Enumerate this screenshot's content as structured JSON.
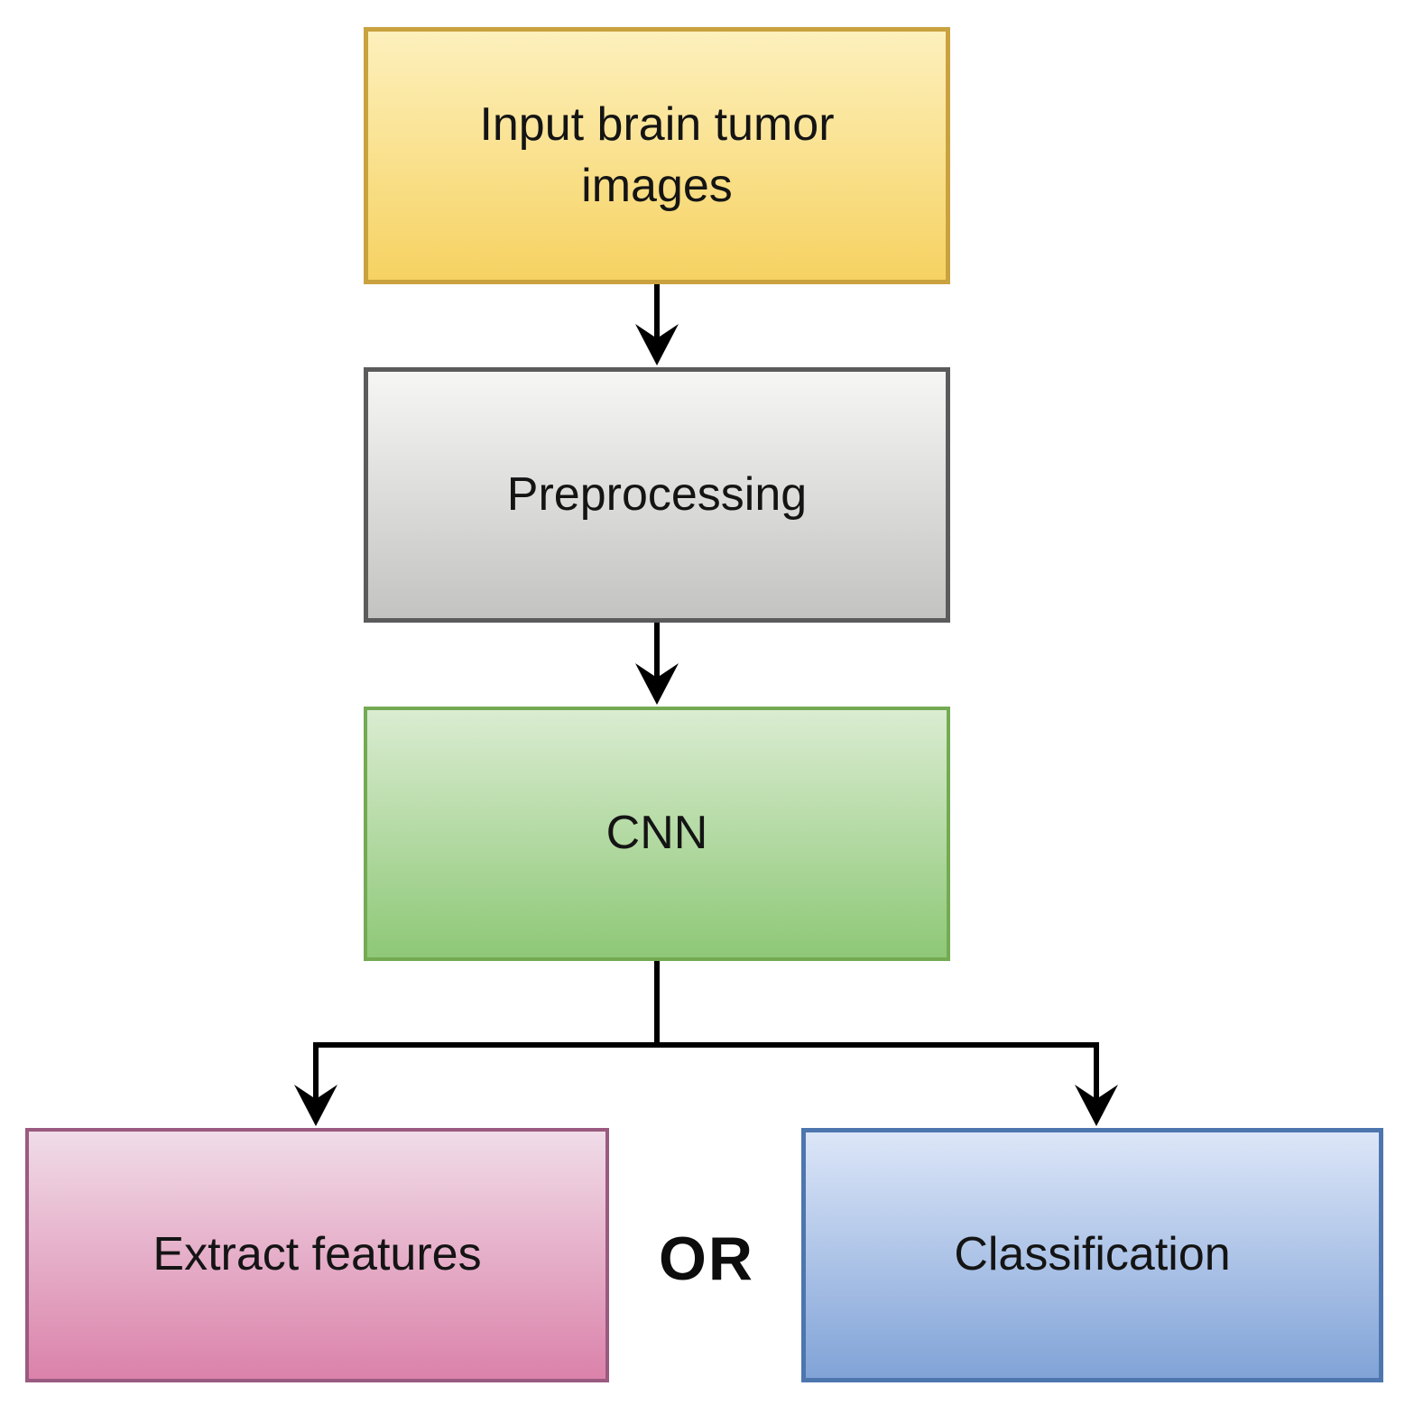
{
  "diagram": {
    "title": "CNN brain tumor pipeline flowchart",
    "background_color": "#ffffff",
    "line_color": "#000000",
    "text_color": "#141414",
    "nodes": [
      {
        "id": "input",
        "label": "Input brain tumor images",
        "fill_top": "#FDF0BC",
        "fill_bottom": "#F6D262",
        "border": "#C9A23F"
      },
      {
        "id": "preprocessing",
        "label": "Preprocessing",
        "fill_top": "#F6F6F5",
        "fill_bottom": "#C3C3C1",
        "border": "#5B5B5B"
      },
      {
        "id": "cnn",
        "label": "CNN",
        "fill_top": "#DAECD1",
        "fill_bottom": "#8EC877",
        "border": "#74AA52"
      },
      {
        "id": "extract",
        "label": "Extract features",
        "fill_top": "#F0DCE8",
        "fill_bottom": "#DB82AA",
        "border": "#9B5A80"
      },
      {
        "id": "classification",
        "label": "Classification",
        "fill_top": "#DCE6F8",
        "fill_bottom": "#81A3D7",
        "border": "#4E76AE"
      }
    ],
    "or_label": "OR",
    "edges": [
      {
        "from": "input",
        "to": "preprocessing",
        "style": "arrow"
      },
      {
        "from": "preprocessing",
        "to": "cnn",
        "style": "arrow"
      },
      {
        "from": "cnn",
        "to": "extract",
        "style": "arrow-branch"
      },
      {
        "from": "cnn",
        "to": "classification",
        "style": "arrow-branch"
      }
    ]
  }
}
